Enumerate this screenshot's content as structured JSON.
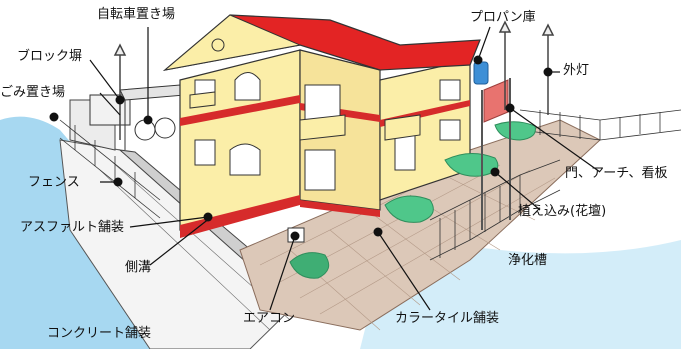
{
  "labels": {
    "bicycle_parking": "自転車置き場",
    "propane_storage": "プロパン庫",
    "block_wall": "ブロック塀",
    "garbage_area": "ごみ置き場",
    "outdoor_light": "外灯",
    "gate_arch_sign": "門、アーチ、看板",
    "fence": "フェンス",
    "planting": "植え込み(花壇)",
    "asphalt_paving": "アスファルト舗装",
    "septic_tank": "浄化槽",
    "side_ditch": "側溝",
    "air_conditioner": "エアコン",
    "color_tile_paving": "カラータイル舗装",
    "concrete_paving": "コンクリート舗装"
  },
  "colors": {
    "roof": "#e32424",
    "wall": "#fbeea8",
    "trim": "#d62b2b",
    "paving_tile": "#d9c3b3",
    "ground_water": "#9fd3ee",
    "hedge": "#4fc78a",
    "propane_tank": "#3e8fd6",
    "sign": "#e8736f",
    "leader_line": "#111111",
    "marker_dot": "#111111"
  }
}
